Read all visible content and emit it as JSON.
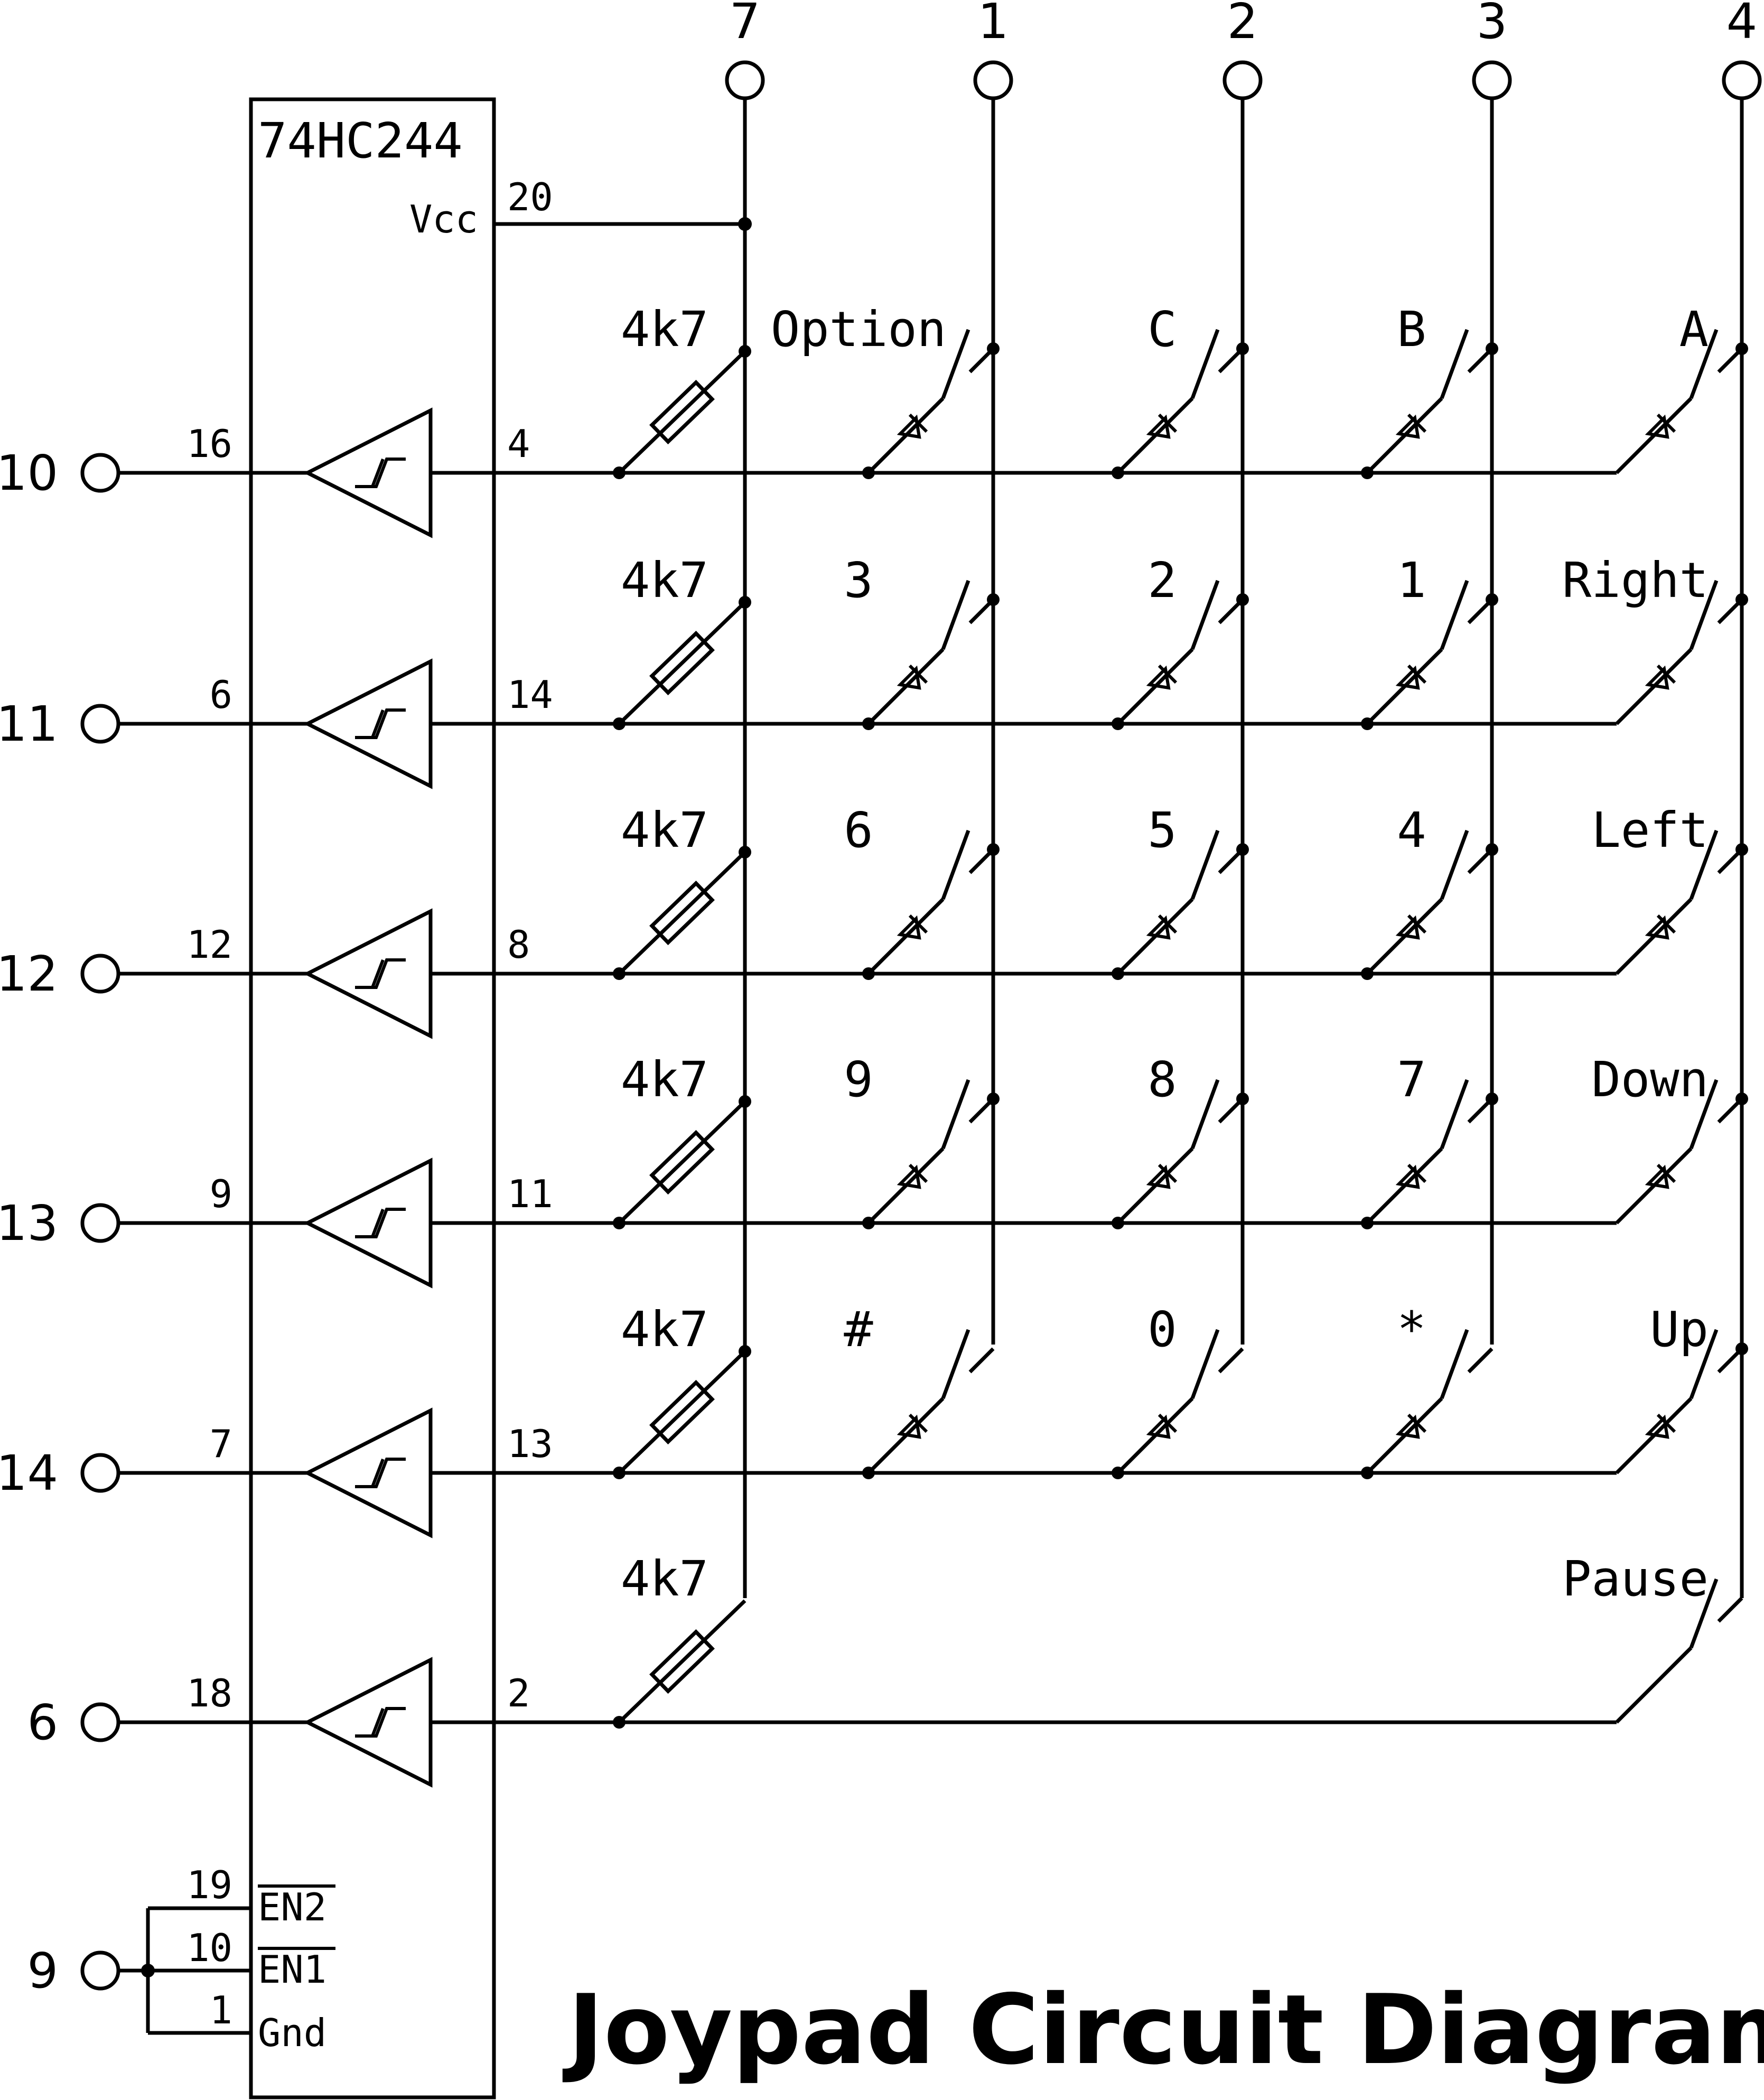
{
  "title": "Joypad Circuit Diagram",
  "chip": {
    "name": "74HC244",
    "vcc_label": "Vcc",
    "vcc_pin": "20"
  },
  "resistor_value": "4k7",
  "column_terminals": [
    "7",
    "1",
    "2",
    "3",
    "4"
  ],
  "rows": [
    {
      "terminal": "10",
      "in_pin": "16",
      "out_pin": "4",
      "keys": [
        "Option",
        "C",
        "B",
        "A"
      ]
    },
    {
      "terminal": "11",
      "in_pin": "6",
      "out_pin": "14",
      "keys": [
        "3",
        "2",
        "1",
        "Right"
      ]
    },
    {
      "terminal": "12",
      "in_pin": "12",
      "out_pin": "8",
      "keys": [
        "6",
        "5",
        "4",
        "Left"
      ]
    },
    {
      "terminal": "13",
      "in_pin": "9",
      "out_pin": "11",
      "keys": [
        "9",
        "8",
        "7",
        "Down"
      ]
    },
    {
      "terminal": "14",
      "in_pin": "7",
      "out_pin": "13",
      "keys": [
        "#",
        "0",
        "*",
        "Up"
      ]
    },
    {
      "terminal": "6",
      "in_pin": "18",
      "out_pin": "2",
      "keys": [
        "",
        "",
        "",
        "Pause"
      ]
    }
  ],
  "enable": {
    "terminal": "9",
    "pins": [
      "19",
      "10",
      "1"
    ],
    "labels": [
      "EN2",
      "EN1",
      "Gnd"
    ]
  }
}
